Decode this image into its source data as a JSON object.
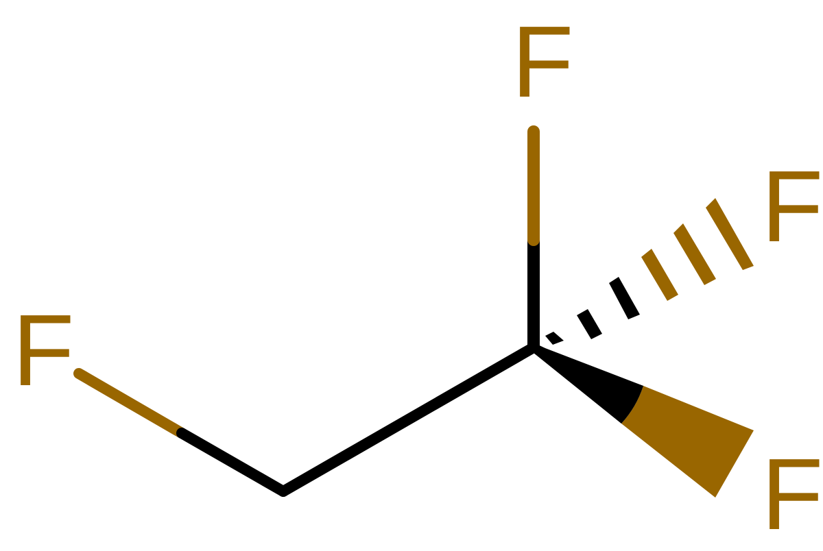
{
  "diagram": {
    "type": "skeletal-structural-formula",
    "colors": {
      "carbon_bond": "#000000",
      "fluorine": "#996600",
      "background": "#ffffff"
    },
    "atoms": [
      {
        "id": "F1",
        "element": "F",
        "label": "F",
        "position": "left"
      },
      {
        "id": "C1",
        "element": "C",
        "label": "",
        "position": "bottom-middle"
      },
      {
        "id": "C2",
        "element": "C",
        "label": "",
        "position": "center-right"
      },
      {
        "id": "F2",
        "element": "F",
        "label": "F",
        "position": "top"
      },
      {
        "id": "F3",
        "element": "F",
        "label": "F",
        "position": "right-upper"
      },
      {
        "id": "F4",
        "element": "F",
        "label": "F",
        "position": "right-lower"
      }
    ],
    "bonds": [
      {
        "from": "F1",
        "to": "C1",
        "style": "single"
      },
      {
        "from": "C1",
        "to": "C2",
        "style": "single"
      },
      {
        "from": "C2",
        "to": "F2",
        "style": "single"
      },
      {
        "from": "C2",
        "to": "F3",
        "style": "hashed-wedge"
      },
      {
        "from": "C2",
        "to": "F4",
        "style": "solid-wedge"
      }
    ],
    "labels": {
      "f_left": "F",
      "f_top": "F",
      "f_right_upper": "F",
      "f_right_lower": "F"
    }
  }
}
